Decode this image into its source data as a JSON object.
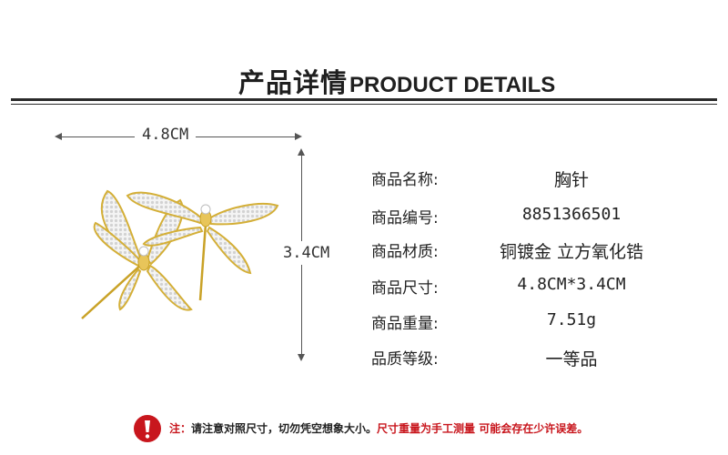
{
  "header": {
    "title_cn": "产品详情",
    "title_en": "PRODUCT DETAILS"
  },
  "dimensions": {
    "width_label": "4.8CM",
    "height_label": "3.4CM"
  },
  "product_image": {
    "description_icon": "dragonfly-brooch-image",
    "colors": {
      "gold": "#d9b64a",
      "crystal": "#efefef"
    }
  },
  "specs": [
    {
      "key": "商品名称:",
      "value": "胸针"
    },
    {
      "key": "商品编号:",
      "value": "8851366501"
    },
    {
      "key": "商品材质:",
      "value": "铜镀金 立方氧化锆"
    },
    {
      "key": "商品尺寸:",
      "value": "4.8CM*3.4CM"
    },
    {
      "key": "商品重量:",
      "value": "7.51g"
    },
    {
      "key": "品质等级:",
      "value": "一等品"
    }
  ],
  "notice": {
    "icon": "warning-icon",
    "label": "注：",
    "text": "请注意对照尺寸，切勿凭空想象大小。",
    "text_red": "尺寸重量为手工测量  可能会存在少许误差。",
    "colors": {
      "accent": "#c8161d"
    }
  }
}
